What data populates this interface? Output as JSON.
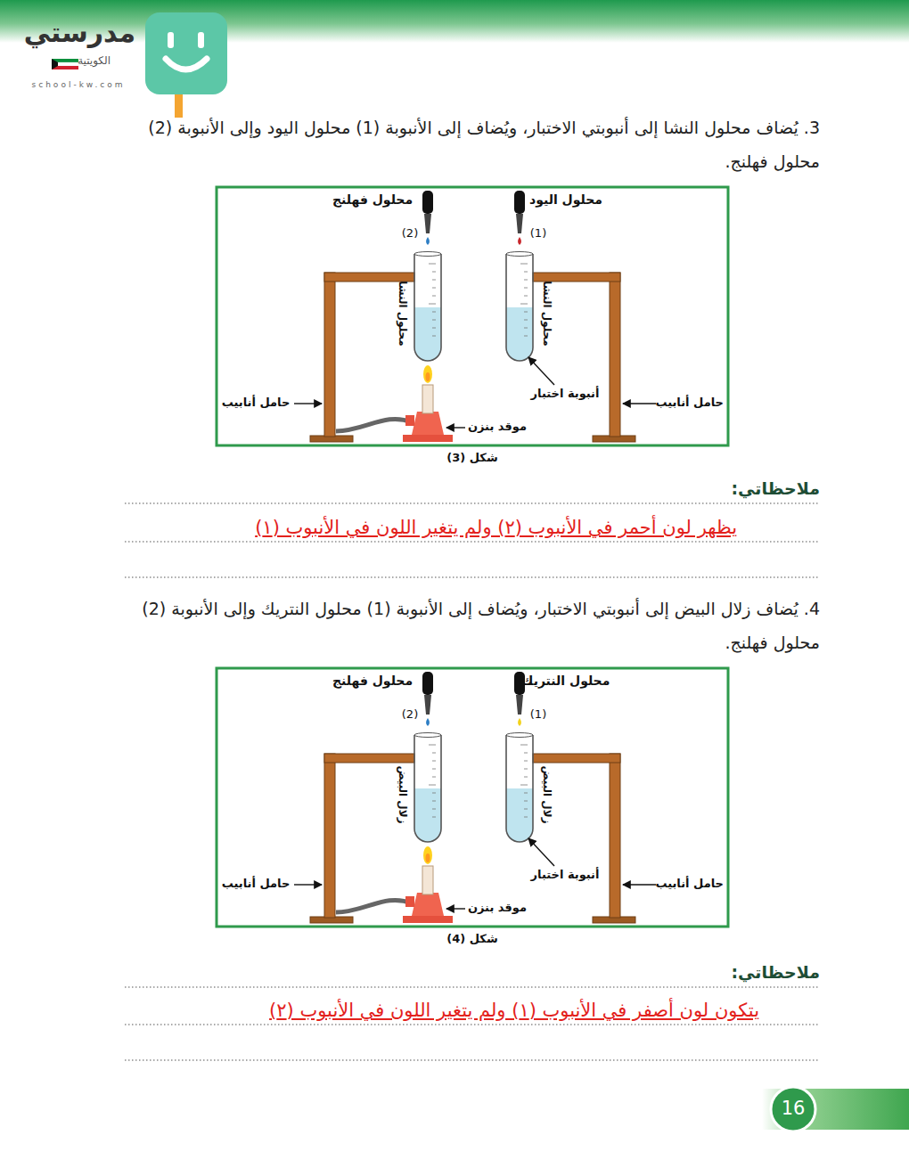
{
  "diagram": {
    "labels": [
      "مدرستي",
      "الكويتية",
      "school-kw.com",
      "3. يُضاف محلول النشا إلى أنبوبتي الاختبار، ويُضاف إلى الأنبوبة (1) محلول اليود وإلى الأنبوبة (2) محلول فهلنج.",
      "محلول فهلنج",
      "محلول اليود",
      "(2)",
      "(1)",
      "محلول النشا",
      "محلول النشا",
      "أنبوبة اختبار",
      "حامل أنابيب",
      "حامل أنابيب",
      "موقد بنزن",
      "شكل (3)",
      "ملاحظاتي:",
      "يظهر لون أحمر في الأنبوب (٢) ولم يتغير اللون في الأنبوب (١)",
      "4. يُضاف زلال البيض إلى أنبوبتي الاختبار، ويُضاف إلى الأنبوبة (1) محلول النتريك وإلى الأنبوبة (2) محلول فهلنج.",
      "محلول فهلنج",
      "محلول النتريك",
      "(2)",
      "(1)",
      "زلال البيض",
      "زلال البيض",
      "أنبوبة اختبار",
      "حامل أنابيب",
      "حامل أنابيب",
      "موقد بنزن",
      "شكل (4)",
      "ملاحظاتي:",
      "يتكون لون أصفر في الأنبوب (١) ولم يتغير اللون في الأنبوب (٢)",
      "16"
    ]
  }
}
